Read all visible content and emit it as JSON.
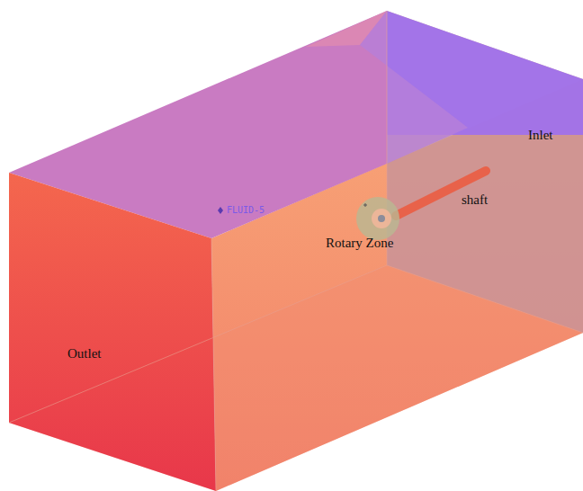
{
  "diagram": {
    "labels": [
      "Inlet",
      "shaft",
      "FLUID-5",
      "Rotary Zone",
      "Outlet"
    ]
  }
}
